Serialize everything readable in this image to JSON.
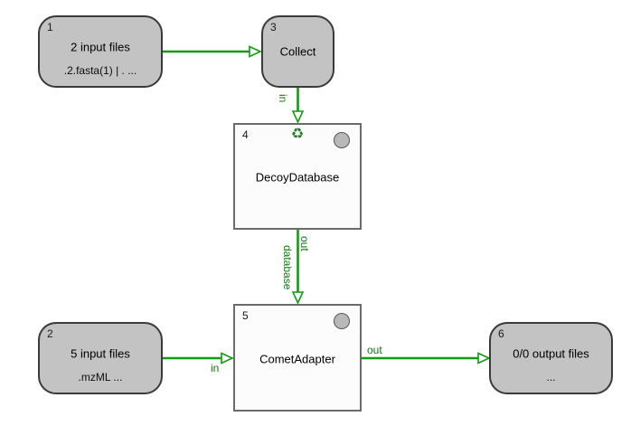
{
  "nodes": [
    {
      "number": "1",
      "title": "2 input files",
      "subtitle": ".2.fasta(1) | . ..."
    },
    {
      "number": "2",
      "title": "5 input files",
      "subtitle": ".mzML ..."
    },
    {
      "number": "3",
      "title": "Collect"
    },
    {
      "number": "4",
      "title": "DecoyDatabase"
    },
    {
      "number": "5",
      "title": "CometAdapter"
    },
    {
      "number": "6",
      "title": "0/0 output files",
      "subtitle": "..."
    }
  ],
  "edges": {
    "input1_to_collect": {
      "label": ""
    },
    "collect_to_decoy": {
      "label": "in"
    },
    "decoy_to_comet": {
      "source_label": "out",
      "target_label": "database"
    },
    "input2_to_comet": {
      "label": "in"
    },
    "comet_to_output": {
      "label": "out"
    }
  },
  "icons": {
    "recycle": "♻"
  },
  "colors": {
    "edge_green": "#0f9d0f",
    "edge_label_green": "#117a11",
    "input_node_gray": "#c3c3c3",
    "tool_node_white": "#fcfcfc",
    "node_border_dark": "#3a3a3a",
    "tool_border_gray": "#6b6b6b",
    "status_circle_gray": "#b9b9b9",
    "recycle_green": "#257d2a"
  }
}
